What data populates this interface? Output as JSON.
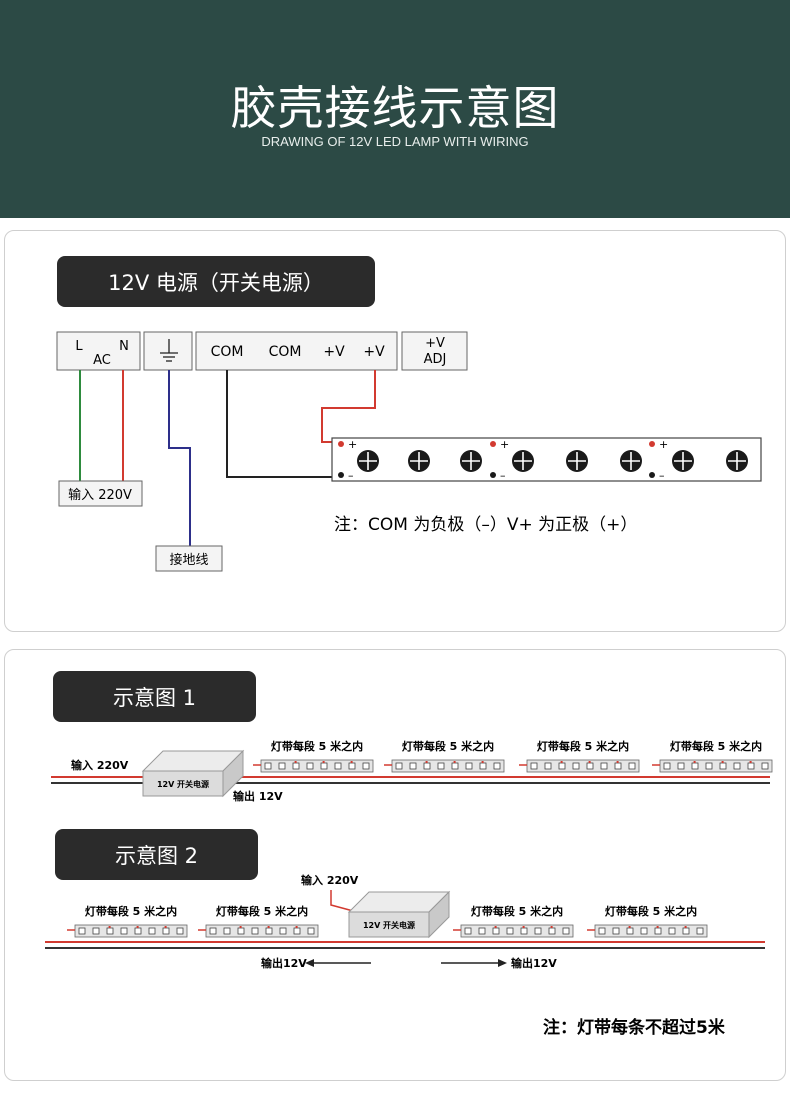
{
  "header": {
    "title": "胶壳接线示意图",
    "subtitle": "DRAWING OF 12V LED LAMP WITH WIRING",
    "bg_color": "#2c4a45"
  },
  "wiring": {
    "heading": "12V 电源（开关电源）",
    "terminal_ac": {
      "l": "L",
      "n": "N",
      "ac": "AC"
    },
    "ground_icon": "ground-icon",
    "terminals": [
      "COM",
      "COM",
      "+V",
      "+V"
    ],
    "adj": {
      "line1": "+V",
      "line2": "ADJ"
    },
    "input_label": "输入 220V",
    "ground_label": "接地线",
    "plus_sign": "+",
    "minus_sign": "–",
    "note": "注：COM 为负极（–）V+ 为正极（+）"
  },
  "diagram1": {
    "heading": "示意图 1",
    "input_label": "输入 220V",
    "output_label": "输出 12V",
    "psu_label": "12V 开关电源",
    "strip_labels": [
      "灯带每段 5 米之内",
      "灯带每段 5 米之内",
      "灯带每段 5 米之内",
      "灯带每段 5 米之内"
    ]
  },
  "diagram2": {
    "heading": "示意图 2",
    "input_label": "输入 220V",
    "psu_label": "12V 开关电源",
    "output_left": "输出12V",
    "output_right": "输出12V",
    "strip_labels": [
      "灯带每段 5 米之内",
      "灯带每段 5 米之内",
      "灯带每段 5 米之内",
      "灯带每段 5 米之内"
    ],
    "note": "注：灯带每条不超过5米"
  },
  "colors": {
    "red": "#d23a30",
    "green": "#2e8b3e",
    "navy": "#2d2f8a",
    "dark": "#2b2b2b"
  }
}
